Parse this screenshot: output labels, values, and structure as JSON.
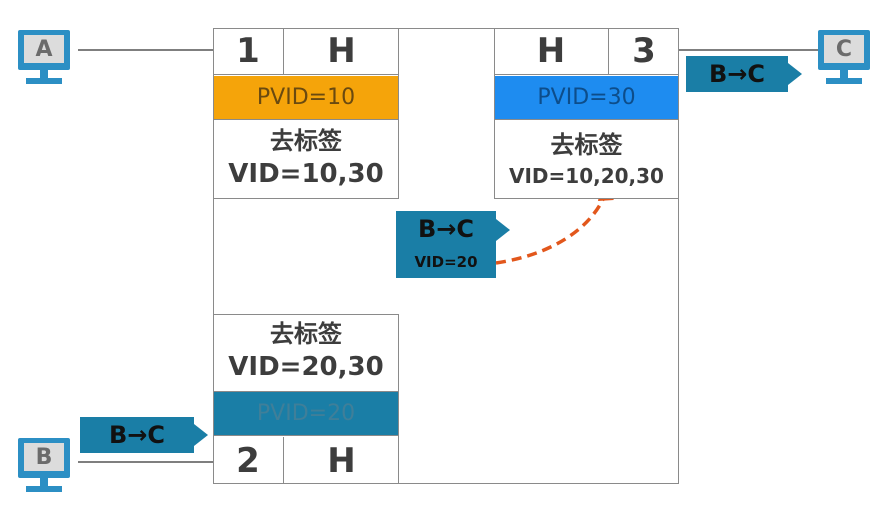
{
  "hosts": {
    "a": "A",
    "b": "B",
    "c": "C"
  },
  "ports": {
    "p1": {
      "num": "1",
      "type": "H",
      "pvid": "PVID=10",
      "action": "去标签",
      "vid": "VID=10,30",
      "pvid_color": "#f5a40a"
    },
    "p2": {
      "num": "2",
      "type": "H",
      "pvid": "PVID=20",
      "action": "去标签",
      "vid": "VID=20,30",
      "pvid_color": "#1a7ea6"
    },
    "p3": {
      "num": "3",
      "type": "H",
      "pvid": "PVID=30",
      "action": "去标签",
      "vid": "VID=10,20,30",
      "pvid_color": "#1e8cf0"
    }
  },
  "frames": {
    "in_b": {
      "label": "B→C"
    },
    "tagged": {
      "label": "B→C",
      "vid": "VID=20"
    },
    "out_c": {
      "label": "B→C"
    }
  },
  "colors": {
    "frame": "#1a7ea6",
    "host": "#2c8fc4",
    "path": "#e2571c"
  }
}
